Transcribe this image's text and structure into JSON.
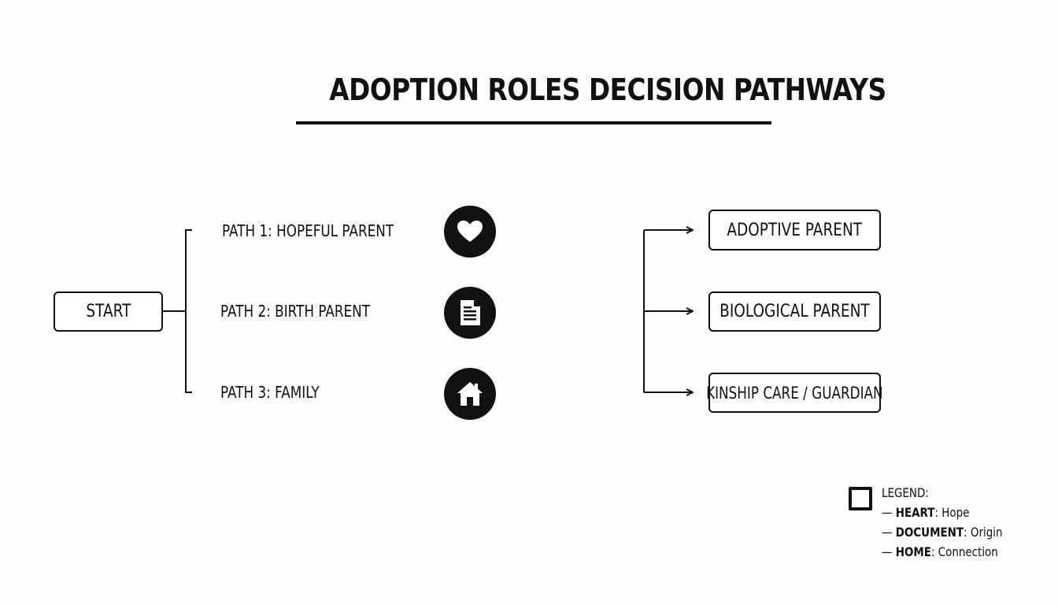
{
  "title": "ADOPTION ROLES DECISION PATHWAYS",
  "start": {
    "label": "START"
  },
  "paths": [
    {
      "label": "PATH 1: HOPEFUL PARENT",
      "icon": "heart-icon"
    },
    {
      "label": "PATH 2: BIRTH PARENT",
      "icon": "document-icon"
    },
    {
      "label": "PATH 3: FAMILY",
      "icon": "home-icon"
    }
  ],
  "outcomes": [
    {
      "label": "ADOPTIVE PARENT"
    },
    {
      "label": "BIOLOGICAL PARENT"
    },
    {
      "label": "KINSHIP CARE / GUARDIAN"
    }
  ],
  "legend": {
    "title": "LEGEND:",
    "items": [
      {
        "dash": "—",
        "key": "HEART",
        "sep": ":",
        "value": "Hope"
      },
      {
        "dash": "—",
        "key": "DOCUMENT",
        "sep": ":",
        "value": "Origin"
      },
      {
        "dash": "—",
        "key": "HOME",
        "sep": ":",
        "value": "Connection"
      }
    ]
  },
  "colors": {
    "ink": "#111111",
    "background": "#fdfdfd"
  }
}
